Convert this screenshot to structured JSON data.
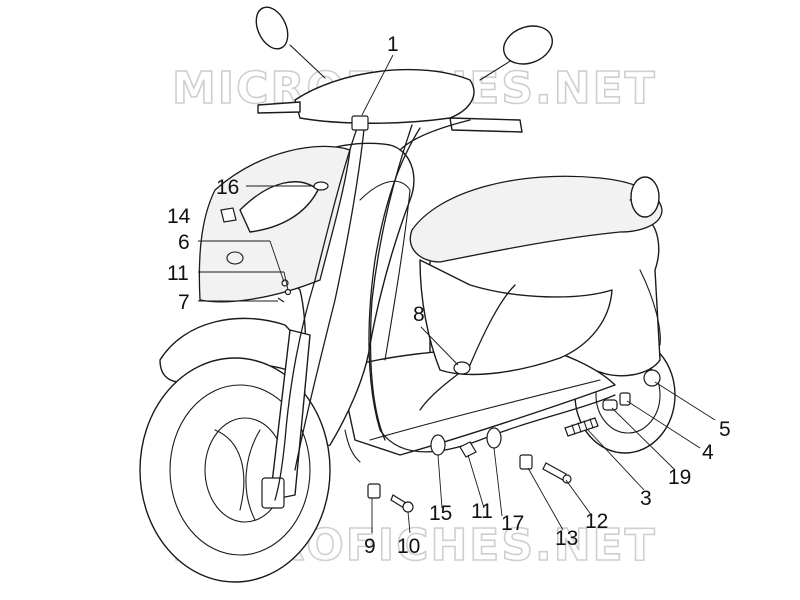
{
  "watermark": {
    "text": "MICROFICHES.NET"
  },
  "callouts": [
    {
      "id": "1",
      "label": "1"
    },
    {
      "id": "16",
      "label": "16"
    },
    {
      "id": "14",
      "label": "14"
    },
    {
      "id": "6",
      "label": "6"
    },
    {
      "id": "11a",
      "label": "11"
    },
    {
      "id": "7",
      "label": "7"
    },
    {
      "id": "8",
      "label": "8"
    },
    {
      "id": "5",
      "label": "5"
    },
    {
      "id": "4",
      "label": "4"
    },
    {
      "id": "19",
      "label": "19"
    },
    {
      "id": "3",
      "label": "3"
    },
    {
      "id": "12",
      "label": "12"
    },
    {
      "id": "13",
      "label": "13"
    },
    {
      "id": "17",
      "label": "17"
    },
    {
      "id": "11b",
      "label": "11"
    },
    {
      "id": "15",
      "label": "15"
    },
    {
      "id": "10",
      "label": "10"
    },
    {
      "id": "9",
      "label": "9"
    }
  ]
}
